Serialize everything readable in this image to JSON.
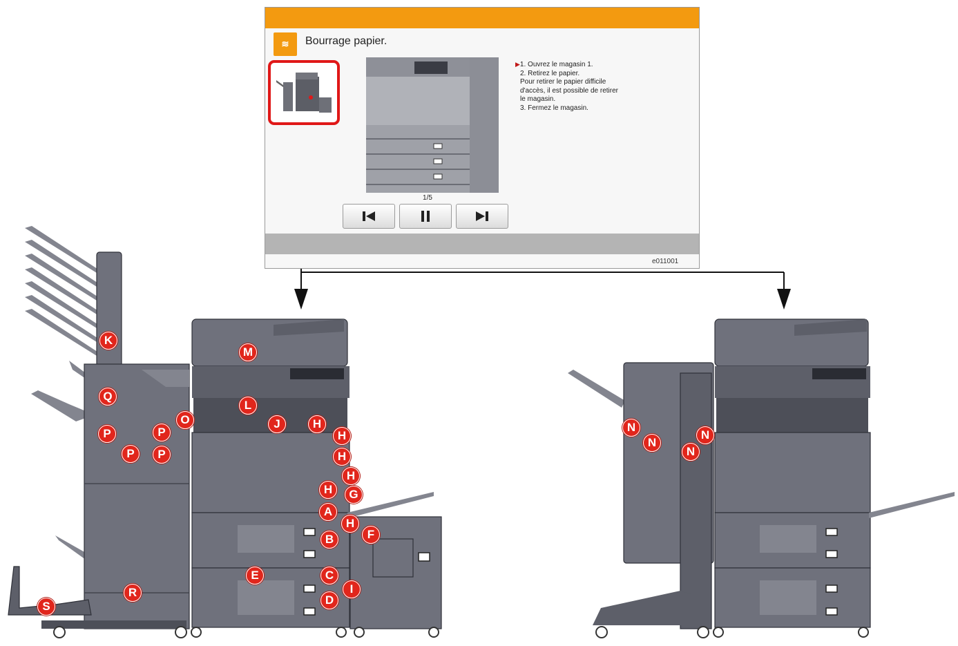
{
  "panel": {
    "title": "Bourrage papier.",
    "icon": "paper-jam-icon",
    "instructions": [
      "1. Ouvrez le magasin 1.",
      "2. Retirez le papier.",
      "Pour retirer le papier difficile",
      "d'accès, il est possible de retirer",
      "le magasin.",
      "3. Fermez le magasin."
    ],
    "page_indicator": "1/5",
    "buttons": {
      "first": "first-page-icon",
      "pause": "pause-icon",
      "last": "last-page-icon"
    },
    "figure_code": "e011001",
    "accent_color": "#f39a10",
    "highlight_color": "#e01818"
  },
  "callouts": {
    "K": "K",
    "M": "M",
    "Q": "Q",
    "L": "L",
    "O": "O",
    "J": "J",
    "P": "P",
    "H": "H",
    "G": "G",
    "A": "A",
    "F": "F",
    "B": "B",
    "E": "E",
    "C": "C",
    "I": "I",
    "D": "D",
    "R": "R",
    "S": "S",
    "N": "N"
  },
  "callout_color": "#e1261c"
}
